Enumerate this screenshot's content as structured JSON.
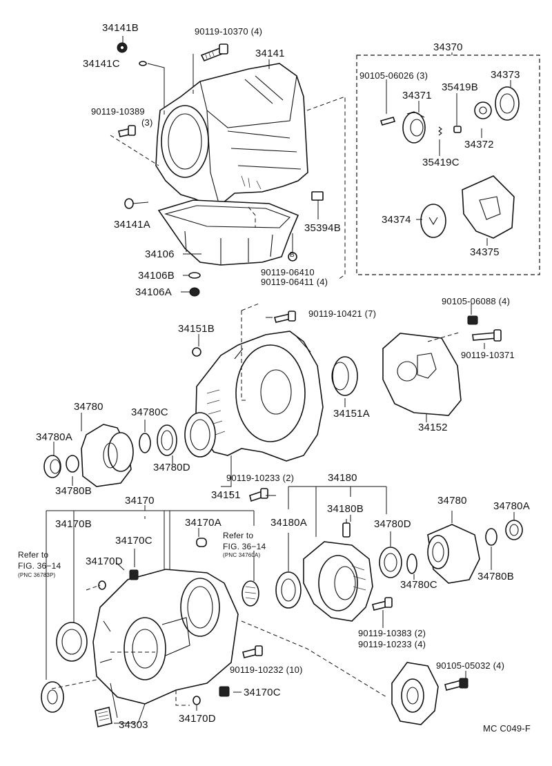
{
  "labels": {
    "p34141B": "34141B",
    "p34141C": "34141C",
    "p90119_10370": "90119-10370 (4)",
    "p34141": "34141",
    "p90119_10389": "90119-10389",
    "p90119_10389_qty": "(3)",
    "p34141A": "34141A",
    "p35394B": "35394B",
    "p34106": "34106",
    "p34106B": "34106B",
    "p34106A": "34106A",
    "p90119_06410": "90119-06410",
    "p90119_06411": "90119-06411 (4)",
    "p34370": "34370",
    "p90105_06026": "90105-06026 (3)",
    "p34371": "34371",
    "p35419B": "35419B",
    "p34373": "34373",
    "p34372": "34372",
    "p35419C": "35419C",
    "p34374": "34374",
    "p34375": "34375",
    "p90119_10421": "90119-10421 (7)",
    "p90105_06088": "90105-06088 (4)",
    "p34151B": "34151B",
    "p90119_10371": "90119-10371",
    "p34151A": "34151A",
    "p34152": "34152",
    "p34780_top": "34780",
    "p34780C_top": "34780C",
    "p34780A_left": "34780A",
    "p34780D_left": "34780D",
    "p34780B_left": "34780B",
    "p90119_10233_a": "90119-10233 (2)",
    "p34151": "34151",
    "p34180": "34180",
    "p34170": "34170",
    "p34170B": "34170B",
    "p34170A": "34170A",
    "p34180A": "34180A",
    "p34180B": "34180B",
    "p34780D_right": "34780D",
    "p34780_right": "34780",
    "p34780A_right": "34780A",
    "refer_left_1": "Refer to",
    "refer_left_2": "FIG. 36−14",
    "refer_left_3": "(PNC 36783P)",
    "refer_mid_1": "Refer to",
    "refer_mid_2": "FIG. 36−14",
    "refer_mid_3": "(PNC 34760A)",
    "p34170C_top": "34170C",
    "p34170D_top": "34170D",
    "p34780C_right": "34780C",
    "p34780B_right": "34780B",
    "p90119_10383": "90119-10383 (2)",
    "p90119_10233_b": "90119-10233 (4)",
    "p90119_10232": "90119-10232 (10)",
    "p90105_05032": "90105-05032 (4)",
    "p34170C_bot": "34170C",
    "p34303": "34303",
    "p34170D_bot": "34170D",
    "diagram_code": "MC C049-F",
    "circle_b": "B"
  }
}
